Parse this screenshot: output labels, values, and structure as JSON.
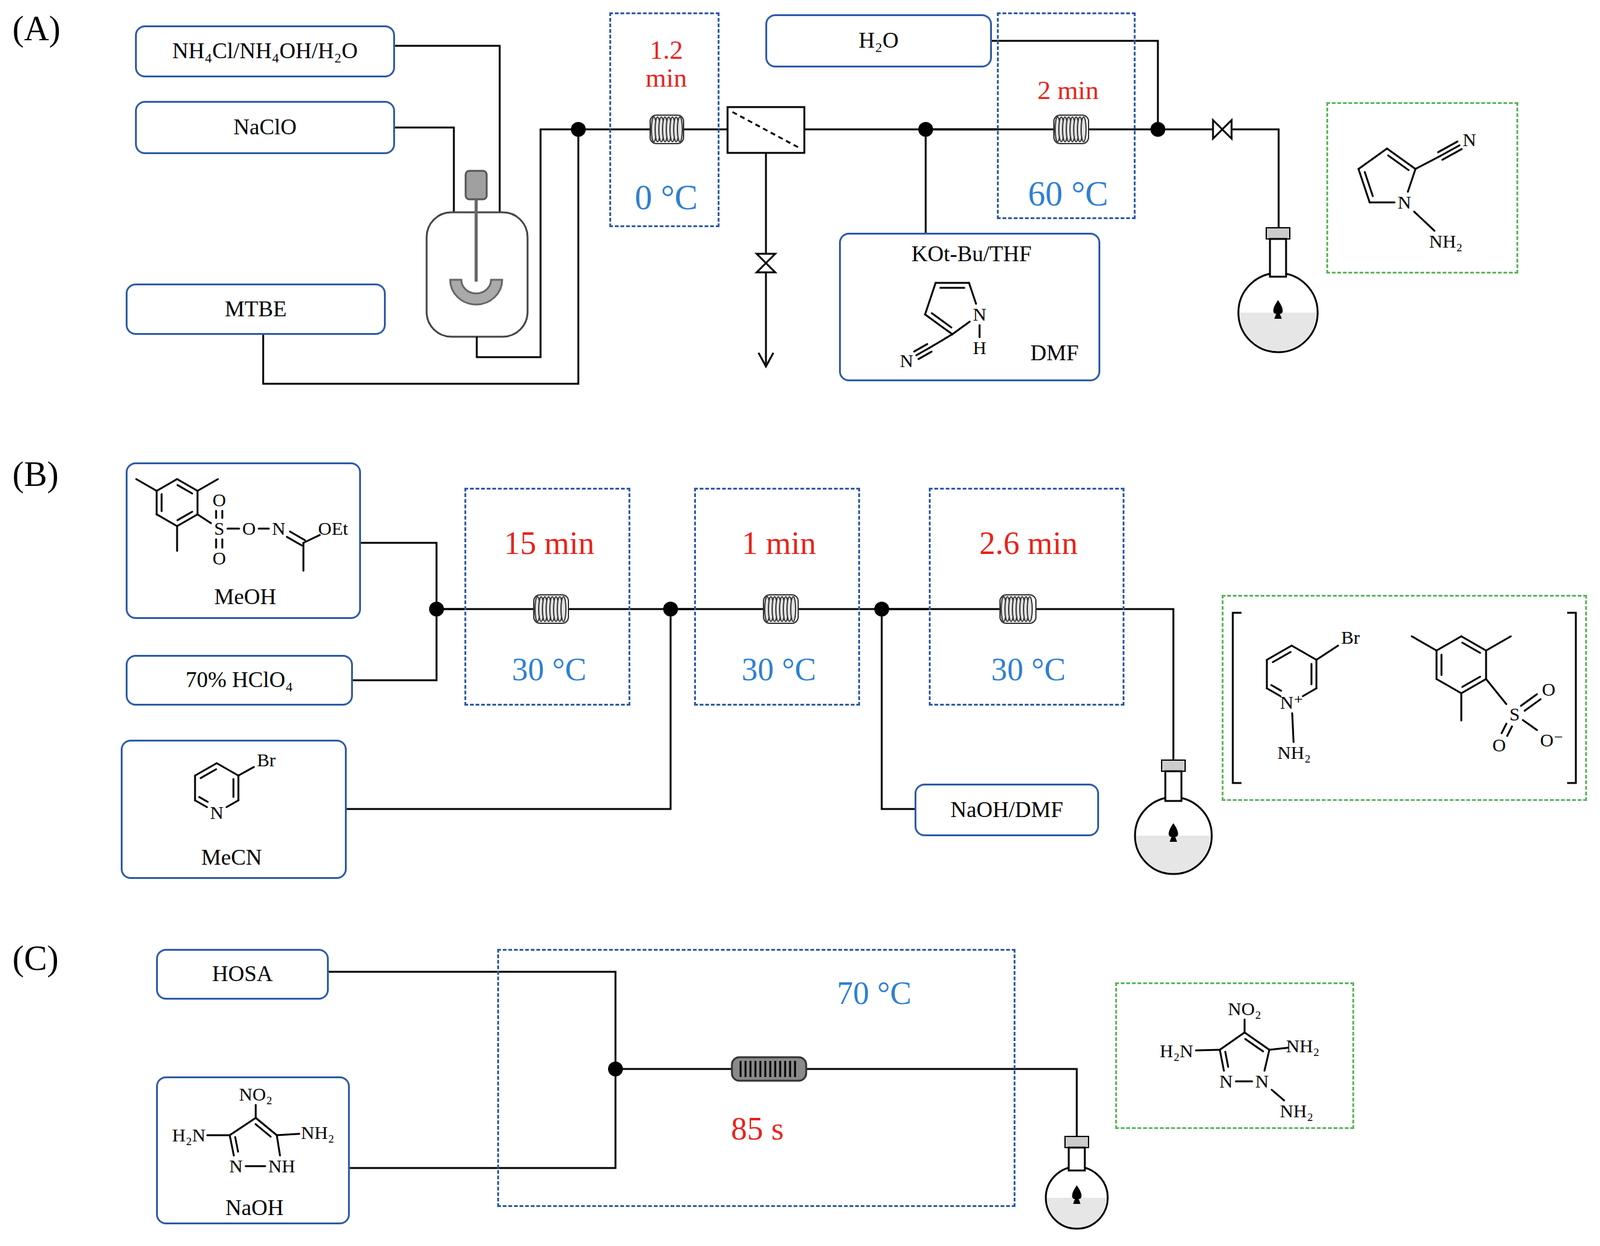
{
  "diagram": {
    "nodes": [
      {
        "text": [
          "NH₄Cl/NH₄OH/H₂O"
        ]
      },
      {
        "text": [
          "NaClO"
        ]
      },
      {
        "text": [
          "MTBE"
        ]
      },
      {
        "text": [
          "1.2 min",
          "0 °C"
        ]
      },
      {
        "text": [
          "H₂O"
        ]
      },
      {
        "text": [
          "2 min",
          "60 °C"
        ]
      },
      {
        "text": [
          "KOt-Bu/THF",
          "N",
          "H",
          "N",
          "DMF"
        ]
      },
      {
        "text": [
          "N",
          "N",
          "NH₂"
        ]
      },
      {
        "text": [
          "S",
          "O",
          "O",
          "O",
          "N",
          "OEt",
          "MeOH"
        ]
      },
      {
        "text": [
          "70% HClO₄"
        ]
      },
      {
        "text": [
          "Br",
          "N",
          "MeCN"
        ]
      },
      {
        "text": [
          "15 min",
          "30 °C"
        ]
      },
      {
        "text": [
          "1 min",
          "30 °C"
        ]
      },
      {
        "text": [
          "NaOH/DMF"
        ]
      },
      {
        "text": [
          "2.6 min",
          "30 °C"
        ]
      },
      {
        "text": [
          "Br",
          "N⁺",
          "NH₂",
          "O",
          "S",
          "O",
          "O⁻"
        ]
      },
      {
        "text": [
          "HOSA"
        ]
      },
      {
        "text": [
          "NO₂",
          "H₂N",
          "NH₂",
          "N",
          "NH",
          "NaOH"
        ]
      },
      {
        "text": [
          "70 °C",
          "85 s"
        ]
      },
      {
        "text": [
          "NO₂",
          "H₂N",
          "NH₂",
          "N",
          "N",
          "NH₂"
        ]
      }
    ],
    "edges": [
      {
        "from": 2,
        "to": 3,
        "arrow": "none"
      },
      {
        "from": 3,
        "to": 5,
        "arrow": "none"
      },
      {
        "from": 6,
        "to": 5,
        "arrow": "none"
      },
      {
        "from": 8,
        "to": 11,
        "arrow": "none"
      },
      {
        "from": 9,
        "to": 11,
        "arrow": "none"
      },
      {
        "from": 10,
        "to": 12,
        "arrow": "none"
      },
      {
        "from": 11,
        "to": 12,
        "arrow": "none"
      },
      {
        "from": 12,
        "to": 14,
        "arrow": "none"
      },
      {
        "from": 13,
        "to": 14,
        "arrow": "none"
      },
      {
        "from": 16,
        "to": 18,
        "arrow": "none"
      },
      {
        "from": 17,
        "to": 18,
        "arrow": "none"
      }
    ],
    "labels": [
      "(A)",
      "(B)",
      "(C)"
    ]
  }
}
